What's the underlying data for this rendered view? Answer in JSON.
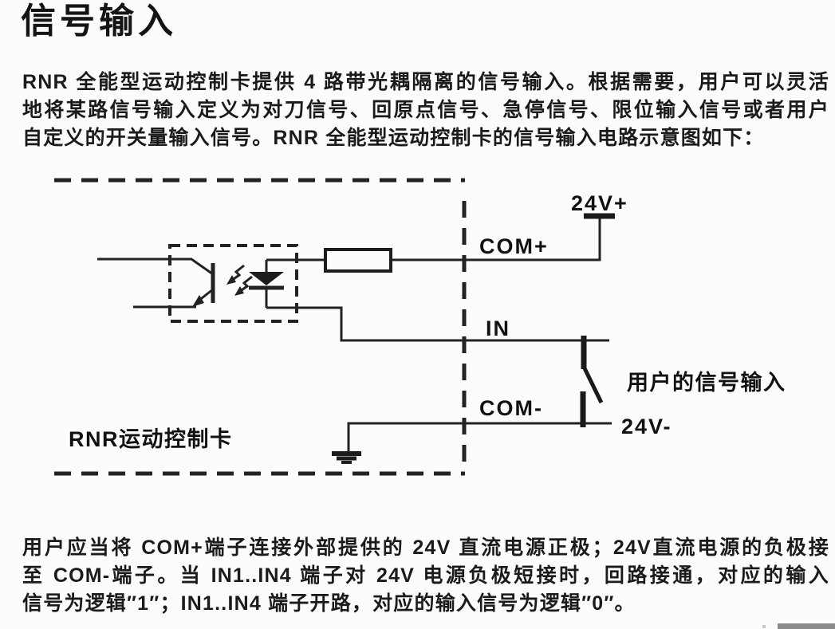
{
  "doc": {
    "title": "信号输入",
    "intro": {
      "line1": "RNR 全能型运动控制卡提供 4 路带光耦隔离的信号输入。根据需要，用户可以灵活",
      "line2": "地将某路信号输入定义为对刀信号、回原点信号、急停信号、限位输入信号或者用户",
      "line3": "自定义的开关量输入信号。RNR 全能型运动控制卡的信号输入电路示意图如下："
    },
    "footer": {
      "line1": "用户应当将 COM+端子连接外部提供的 24V 直流电源正极；24V直流电源的负极接",
      "line2": "至 COM-端子。当 IN1..IN4 端子对 24V 电源负极短接时，回路接通，对应的输入",
      "line3": "信号为逻辑″1″；IN1..IN4 端子开路，对应的输入信号为逻辑″0″。"
    }
  },
  "diagram": {
    "labels": {
      "v24_plus": "24V+",
      "com_plus": "COM+",
      "in": "IN",
      "com_minus": "COM-",
      "v24_minus": "24V-",
      "user_signal": "用户的信号输入",
      "card_name": "RNR运动控制卡"
    },
    "colors": {
      "line": "#222222",
      "label_text": "#111111"
    }
  }
}
